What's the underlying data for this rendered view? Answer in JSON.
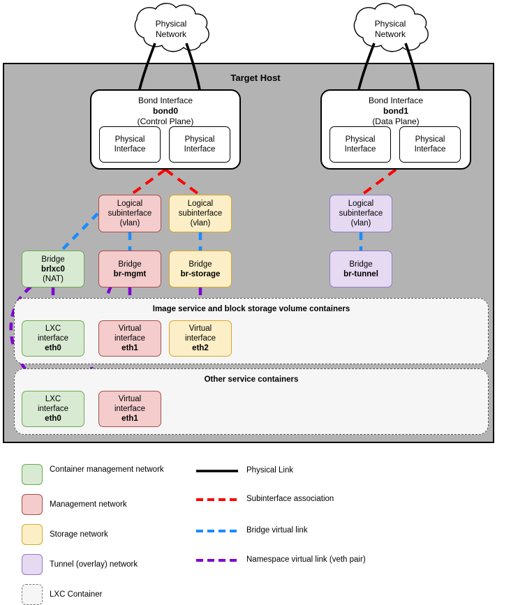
{
  "diagram": {
    "title": "Target Host",
    "host_bg": "#b3b3b3"
  },
  "clouds": [
    {
      "name": "cloud-left",
      "line1": "Physical",
      "line2": "Network"
    },
    {
      "name": "cloud-right",
      "line1": "Physical",
      "line2": "Network"
    }
  ],
  "bonds": [
    {
      "title": "Bond Interface",
      "name": "bond0",
      "role": "(Control Plane)",
      "interfaces": [
        {
          "line1": "Physical",
          "line2": "Interface"
        },
        {
          "line1": "Physical",
          "line2": "Interface"
        }
      ]
    },
    {
      "title": "Bond Interface",
      "name": "bond1",
      "role": "(Data Plane)",
      "interfaces": [
        {
          "line1": "Physical",
          "line2": "Interface"
        },
        {
          "line1": "Physical",
          "line2": "Interface"
        }
      ]
    }
  ],
  "subinterfaces": [
    {
      "line1": "Logical",
      "line2": "subinterface",
      "line3": "(vlan)",
      "network": "management"
    },
    {
      "line1": "Logical",
      "line2": "subinterface",
      "line3": "(vlan)",
      "network": "storage"
    },
    {
      "line1": "Logical",
      "line2": "subinterface",
      "line3": "(vlan)",
      "network": "tunnel"
    }
  ],
  "bridges": [
    {
      "label": "Bridge",
      "name": "brlxc0",
      "note": "(NAT)",
      "network": "container-management"
    },
    {
      "label": "Bridge",
      "name": "br-mgmt",
      "note": "",
      "network": "management"
    },
    {
      "label": "Bridge",
      "name": "br-storage",
      "note": "",
      "network": "storage"
    },
    {
      "label": "Bridge",
      "name": "br-tunnel",
      "note": "",
      "network": "tunnel"
    }
  ],
  "containers": [
    {
      "title": "Image service and block storage volume containers",
      "interfaces": [
        {
          "line1": "LXC",
          "line2": "interface",
          "dev": "eth0",
          "network": "container-management"
        },
        {
          "line1": "Virtual",
          "line2": "interface",
          "dev": "eth1",
          "network": "management"
        },
        {
          "line1": "Virtual",
          "line2": "interface",
          "dev": "eth2",
          "network": "storage"
        }
      ]
    },
    {
      "title": "Other service containers",
      "interfaces": [
        {
          "line1": "LXC",
          "line2": "interface",
          "dev": "eth0",
          "network": "container-management"
        },
        {
          "line1": "Virtual",
          "line2": "interface",
          "dev": "eth1",
          "network": "management"
        }
      ]
    }
  ],
  "legend": {
    "swatches": [
      {
        "label": "Container management network",
        "color": "#d9ead3",
        "border": "#6aa84f"
      },
      {
        "label": "Management network",
        "color": "#f4cccc",
        "border": "#a64d4d"
      },
      {
        "label": "Storage network",
        "color": "#fcefc7",
        "border": "#d4a72c"
      },
      {
        "label": "Tunnel (overlay) network",
        "color": "#e6d9f2",
        "border": "#8e7cc3"
      },
      {
        "label": "LXC Container",
        "color": "#f6f6f6",
        "border": "#777777"
      }
    ],
    "lines": [
      {
        "label": "Physical Link",
        "color": "#000000",
        "style": "solid"
      },
      {
        "label": "Subinterface association",
        "color": "#ff0000",
        "style": "dashed"
      },
      {
        "label": "Bridge virtual link",
        "color": "#1a8cff",
        "style": "dashed"
      },
      {
        "label": "Namespace virtual link (veth pair)",
        "color": "#8000d4",
        "style": "dashed"
      }
    ]
  },
  "colors": {
    "physical_link": "#000000",
    "subinterface_link": "#ff0000",
    "bridge_link": "#1a8cff",
    "namespace_link": "#8000d4",
    "host_background": "#b3b3b3"
  }
}
